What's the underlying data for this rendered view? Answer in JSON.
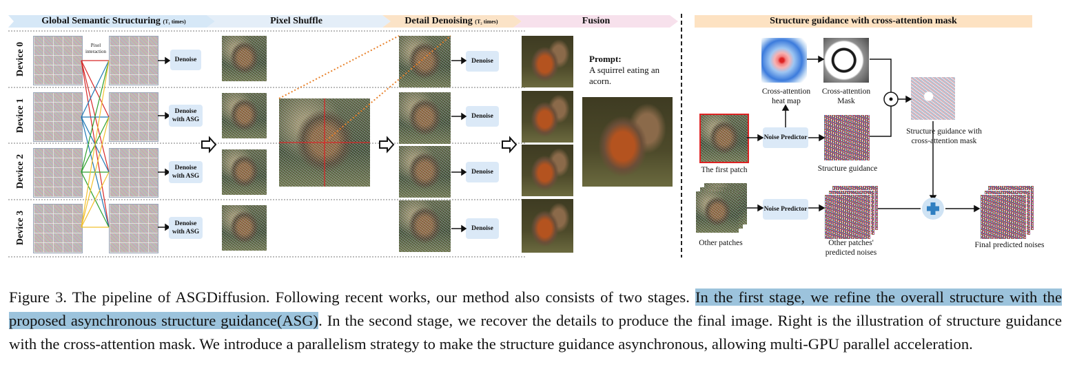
{
  "stages": {
    "global_label": "Global Semantic Structuring",
    "global_sub": "(T₁ times)",
    "pixel_shuffle": "Pixel Shuffle",
    "detail_label": "Detail Denoising",
    "detail_sub": "(T₂ times)",
    "fusion": "Fusion",
    "right_title": "Structure guidance with cross-attention mask"
  },
  "devices": [
    "Device 0",
    "Device 1",
    "Device 2",
    "Device 3"
  ],
  "pixel_interaction": "Pixel interaction",
  "denoise_boxes": [
    "Denoise",
    "Denoise with ASG",
    "Denoise with ASG",
    "Denoise with ASG"
  ],
  "detail_denoise": [
    "Denoise",
    "Denoise",
    "Denoise",
    "Denoise"
  ],
  "prompt": {
    "label": "Prompt:",
    "text": "A squirrel eating an acorn."
  },
  "right": {
    "heatmap_label": "Cross-attention heat map",
    "mask_label": "Cross-attention Mask",
    "first_patch": "The first patch",
    "noise_predictor_1": "Noise Predictor",
    "noise_predictor_2": "Noise Predictor",
    "structure_guidance": "Structure guidance",
    "structure_guidance_mask": "Structure guidance with cross-attention mask",
    "other_patches": "Other patches",
    "other_predicted": "Other patches' predicted noises",
    "final": "Final predicted noises"
  },
  "caption": {
    "pre": "Figure 3.  The pipeline of ASGDiffusion.  Following recent works, our method also consists of two stages.  ",
    "highlight": "In the first stage, we refine the overall structure with the proposed asynchronous structure guidance(ASG)",
    "post": ". In the second stage, we recover the details to produce the final image. Right is the illustration of structure guidance with the cross-attention mask. We introduce a parallelism strategy to make the structure guidance asynchronous, allowing multi-GPU parallel acceleration."
  },
  "colors": {
    "header_blue": "#d6e8f7",
    "header_pink": "#f5dfe9",
    "header_orange": "#fde2c2",
    "box_blue": "#dbe9f7",
    "highlight": "#9cc3dc",
    "add_blue": "#2f7fc1"
  }
}
